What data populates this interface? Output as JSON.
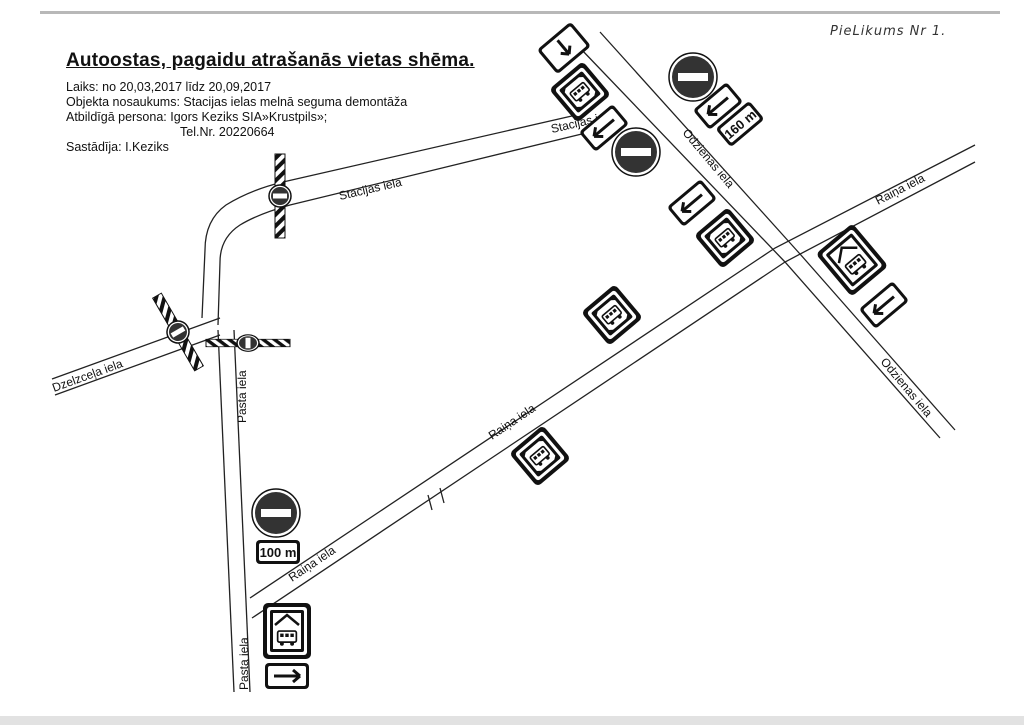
{
  "header": {
    "title": "Autoostas, pagaidu atrašanās vietas shēma.",
    "annex_note": "PieLikums Nr 1.",
    "period": "Laiks: no 20,03,2017 līdz 20,09,2017",
    "object_name": "Objekta nosaukums: Stacijas ielas melnā seguma demontāža",
    "responsible": "Atbildīgā persona: Igors Keziks SIA»Krustpils»;",
    "phone": "Tel.Nr. 20220664",
    "author": "Sastādīja: I.Keziks"
  },
  "streets": {
    "stacijas_1": "Stacijas iela",
    "stacijas_2": "Stacijas iela",
    "dzelzcela": "Dzelzceļa iela",
    "pasta_1": "Pasta iela",
    "pasta_2": "Pasta iela",
    "raina_1": "Raiņa iela",
    "raina_2": "Raiņa iela",
    "raina_3": "Raiņa iela",
    "odzienas_1": "Odzienas iela",
    "odzienas_2": "Odzienas iela"
  },
  "signs": {
    "distance_100": "100 m",
    "distance_160": "160 m"
  },
  "icons": [
    "no-entry-sign-icon",
    "road-closed-barrier-icon",
    "bus-stop-sign-icon",
    "bus-station-sign-icon",
    "direction-arrow-sign-icon",
    "down-arrow-sign-icon",
    "distance-plate-icon"
  ],
  "colors": {
    "ink": "#111111",
    "sign_bg": "#ffffff"
  }
}
